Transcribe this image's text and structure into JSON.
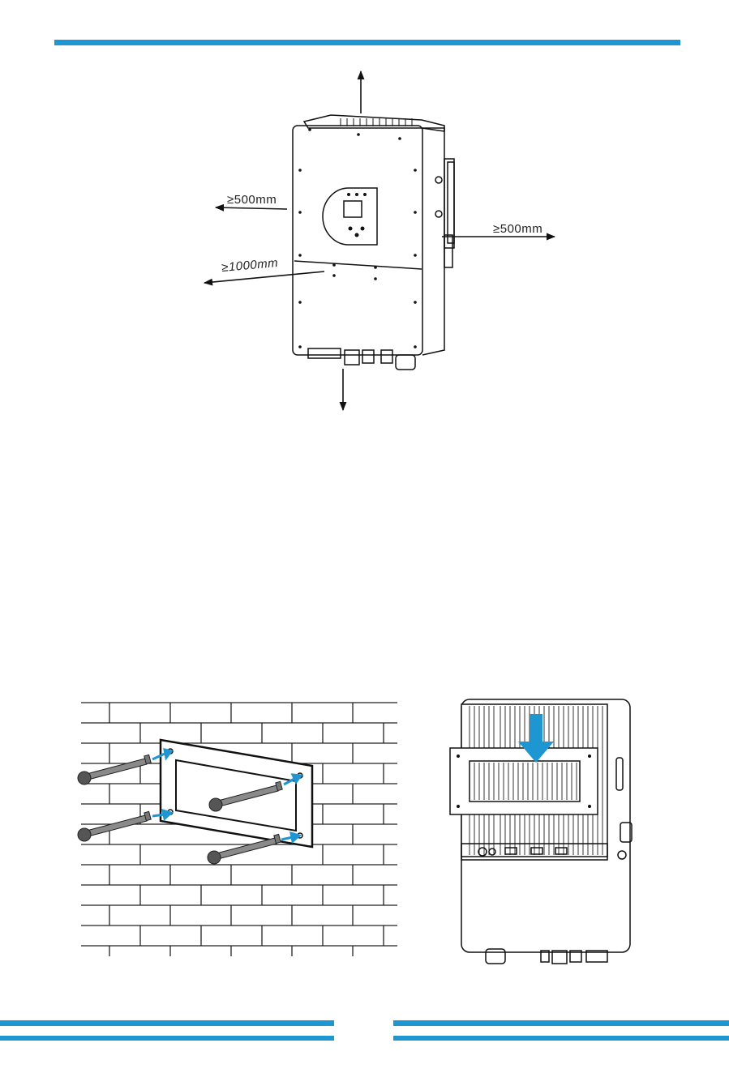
{
  "clearance": {
    "left": "≥500mm",
    "front": "≥1000mm",
    "right": "≥500mm"
  },
  "colors": {
    "accent": "#1e96d2",
    "arrow": "#1e96d2"
  }
}
